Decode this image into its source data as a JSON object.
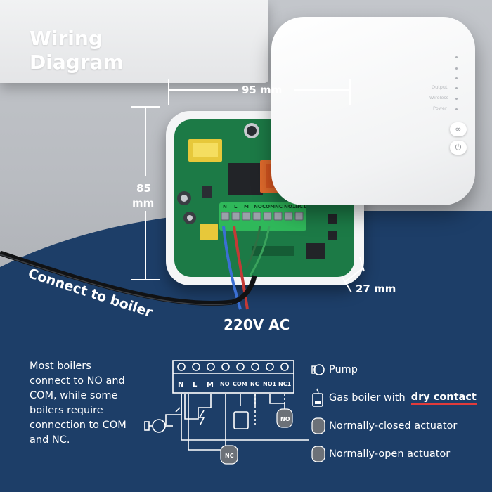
{
  "title": [
    "Wiring",
    "Diagram"
  ],
  "dimensions": {
    "width": "95 mm",
    "height_value": "85",
    "height_unit": "mm",
    "depth": "27 mm"
  },
  "lid_labels": [
    "Output",
    "Wireless",
    "Power"
  ],
  "terminal_labels": [
    "N",
    "L",
    "M",
    "NO",
    "COM",
    "NC",
    "NO1",
    "NC1"
  ],
  "cable_label": "Connect  to boiler",
  "voltage_label": "220V AC",
  "note": "Most boilers connect to NO and COM, while some boilers require connection to COM and NC.",
  "legend": [
    {
      "icon": "pump-icon",
      "label": "Pump"
    },
    {
      "icon": "gas-boiler-icon",
      "label": "Gas boiler with",
      "emphasis": "dry contact"
    },
    {
      "icon": "nc-actuator-icon",
      "label": "Normally-closed actuator"
    },
    {
      "icon": "no-actuator-icon",
      "label": "Normally-open actuator"
    }
  ],
  "diagram": {
    "actuator_nc": "NC",
    "actuator_no": "NO"
  },
  "colors": {
    "navy": "#1d3e68",
    "accent_red": "#e23b3b",
    "terminal_green": "#2fb85a",
    "pcb_green": "#1c7a46"
  }
}
